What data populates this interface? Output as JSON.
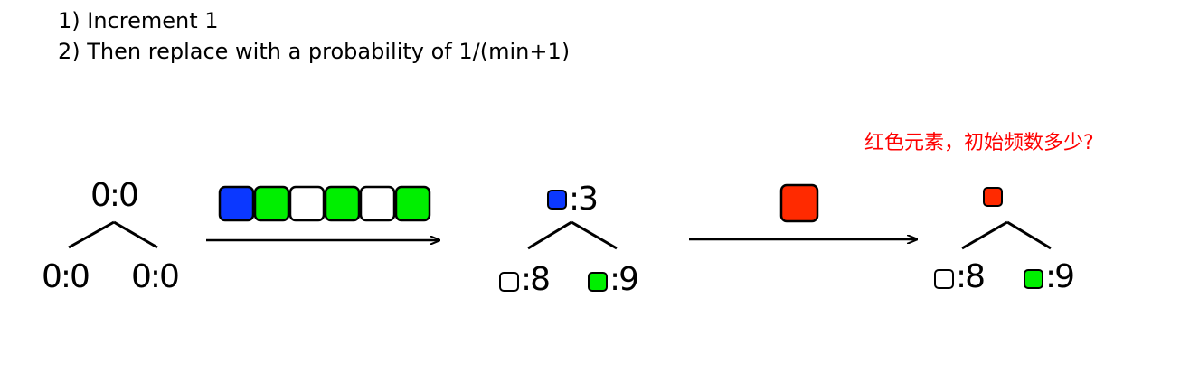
{
  "instructions": [
    "1) Increment 1",
    "2) Then replace with a probability of 1/(min+1)"
  ],
  "question": "红色元素，初始频数多少?",
  "colors": {
    "blue": "#0b38ff",
    "green": "#00ef00",
    "white": "#ffffff",
    "red": "#ff2a00",
    "question_text": "#ff0000"
  },
  "tree_initial": {
    "root": "0:0",
    "left": "0:0",
    "right": "0:0"
  },
  "stream_sequence": [
    "blue",
    "green",
    "white",
    "green",
    "white",
    "green"
  ],
  "tree_after_stream": {
    "root": {
      "color": "blue",
      "count": ":3"
    },
    "left": {
      "color": "white",
      "count": ":8"
    },
    "right": {
      "color": "green",
      "count": ":9"
    }
  },
  "incoming_element": "red",
  "tree_after_red": {
    "root": {
      "color": "red",
      "count": ""
    },
    "left": {
      "color": "white",
      "count": ":8"
    },
    "right": {
      "color": "green",
      "count": ":9"
    }
  }
}
